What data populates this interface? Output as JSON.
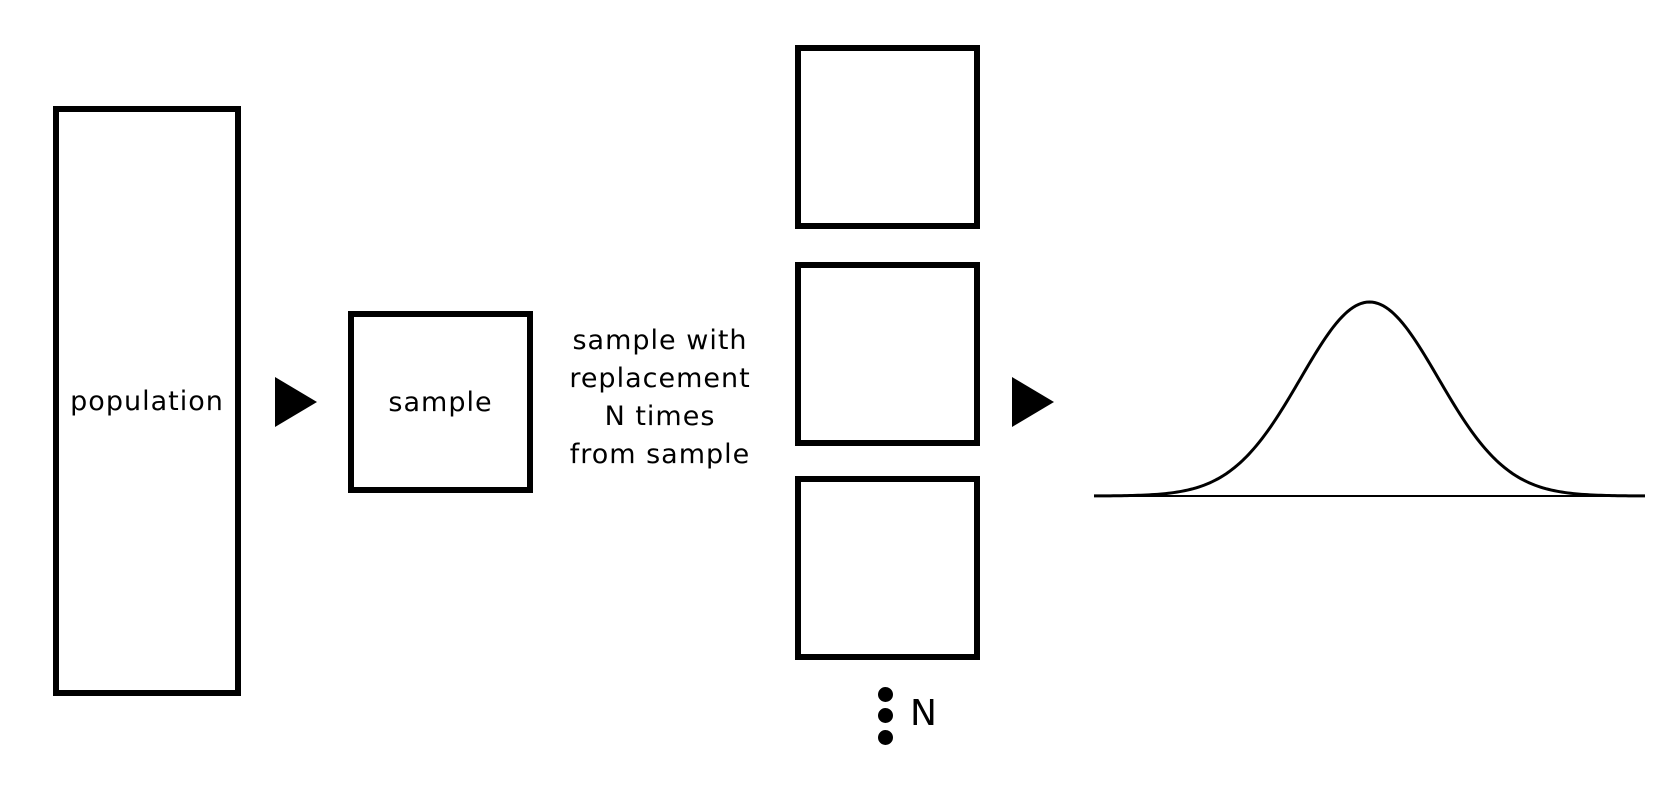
{
  "diagram": {
    "population_label": "population",
    "sample_label": "sample",
    "process_lines": [
      "sample with",
      "replacement",
      "N times",
      "from sample"
    ],
    "count_label": "N"
  },
  "chart_data": {
    "type": "line",
    "title": "",
    "xlabel": "",
    "ylabel": "",
    "series": [
      {
        "values_description": "",
        "distribution": "normal",
        "mean": 0,
        "sd": 1
      }
    ],
    "xlim": [
      -4,
      4
    ],
    "grid": false,
    "axes_visible": false
  }
}
